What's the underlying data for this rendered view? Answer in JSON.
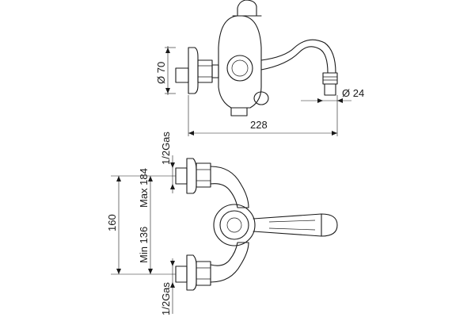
{
  "labels": {
    "dia_body": "Ø 70",
    "dia_outlet": "Ø 24",
    "width": "228",
    "gas_top": "1/2Gas",
    "gas_bottom": "1/2Gas",
    "max_height": "Max 184",
    "min_height": "Min 136",
    "height": "160"
  }
}
